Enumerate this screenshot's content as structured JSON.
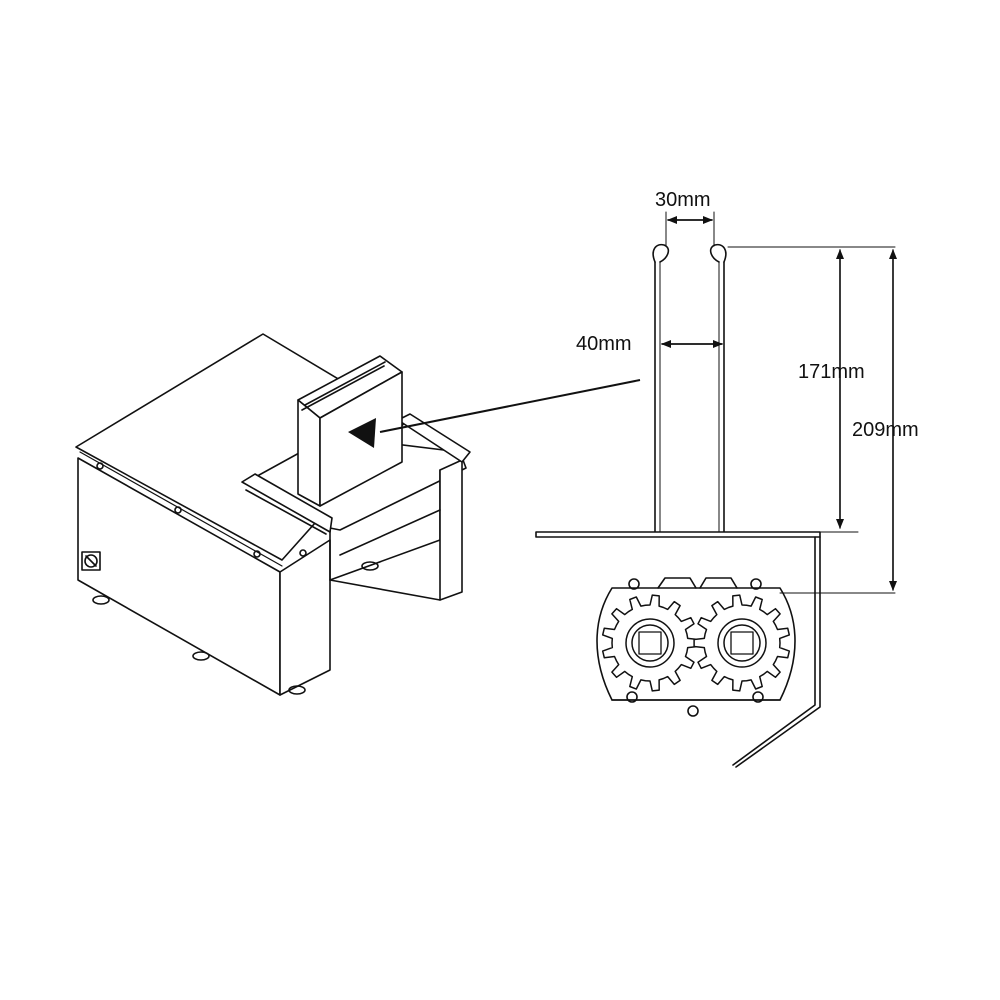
{
  "dimensions": {
    "top_width": "30mm",
    "inner_width": "40mm",
    "inner_height": "171mm",
    "total_height": "209mm"
  },
  "colors": {
    "line": "#111111",
    "background": "#ffffff"
  },
  "icons": [
    "arrow-pointer",
    "bolt-icon",
    "gear-icon"
  ]
}
